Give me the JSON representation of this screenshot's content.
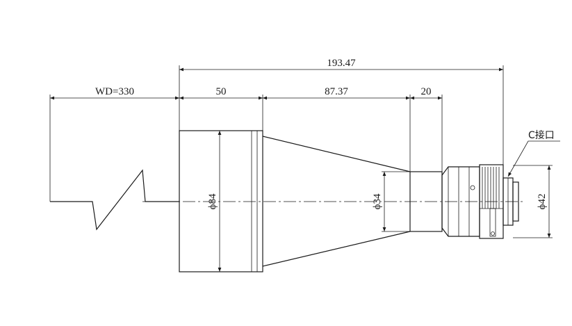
{
  "dimensions": {
    "overall_length": "193.47",
    "working_distance": "WD=330",
    "front_length": "50",
    "cone_length": "87.37",
    "rear_length": "20",
    "front_diameter": "ϕ84",
    "mid_diameter": "ϕ34",
    "mount_diameter": "ϕ42"
  },
  "labels": {
    "mount": "C接口"
  }
}
